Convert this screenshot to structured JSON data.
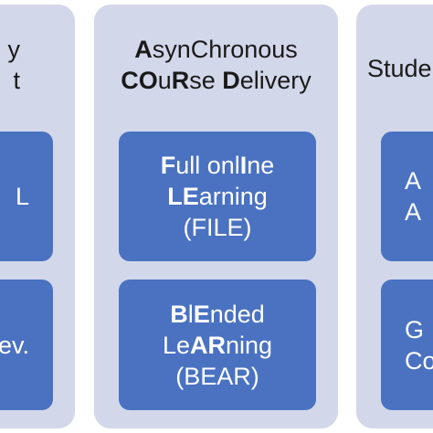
{
  "left_panel": {
    "title_lines": [
      "y",
      "t"
    ],
    "top_box_lines": [
      "L"
    ],
    "bottom_box_lines": [
      "ev."
    ]
  },
  "center_panel": {
    "title_line1": [
      {
        "text": "A",
        "bold": true
      },
      {
        "text": "synCh",
        "bold": false
      },
      {
        "text": "ronous",
        "bold": false
      }
    ],
    "title_line2": [
      {
        "text": "CO",
        "bold": true
      },
      {
        "text": "u",
        "bold": false
      },
      {
        "text": "R",
        "bold": true
      },
      {
        "text": "se ",
        "bold": false
      },
      {
        "text": "D",
        "bold": true
      },
      {
        "text": "elivery",
        "bold": false
      }
    ],
    "top_box": {
      "line1": [
        {
          "text": "F",
          "bold": true
        },
        {
          "text": "ull onl",
          "bold": false
        },
        {
          "text": "I",
          "bold": true
        },
        {
          "text": "ne",
          "bold": false
        }
      ],
      "line2": [
        {
          "text": "LE",
          "bold": true
        },
        {
          "text": "arning",
          "bold": false
        }
      ],
      "line3": "(FILE)"
    },
    "bottom_box": {
      "line1": [
        {
          "text": "B",
          "bold": true
        },
        {
          "text": "l",
          "bold": false
        },
        {
          "text": "E",
          "bold": true
        },
        {
          "text": "nded",
          "bold": false
        }
      ],
      "line2": [
        {
          "text": "Le",
          "bold": false
        },
        {
          "text": "AR",
          "bold": true
        },
        {
          "text": "ning",
          "bold": false
        }
      ],
      "line3": "(BEAR)"
    }
  },
  "right_panel": {
    "title": "Stude",
    "top_box_lines": [
      "A",
      "A"
    ],
    "bottom_box_lines": [
      "G",
      "Co"
    ]
  },
  "colors": {
    "panel_bg": "#d3d7ea",
    "box_bg": "#4a72c1",
    "box_text": "#ffffff",
    "title_text": "#1a1a1a"
  }
}
